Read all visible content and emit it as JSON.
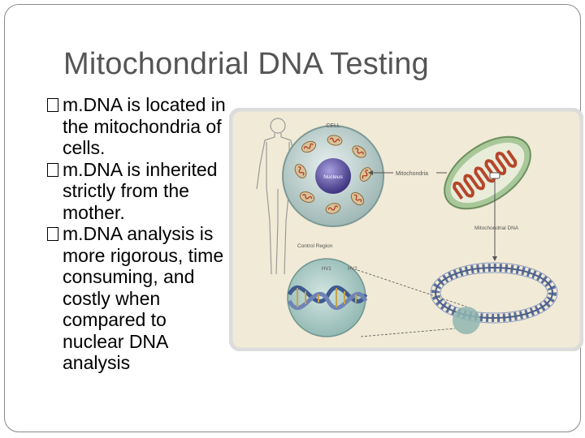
{
  "slide": {
    "title": "Mitochondrial DNA Testing",
    "bullets": [
      "m.DNA is located in the mitochondria of cells.",
      "m.DNA is inherited strictly from the mother.",
      "m.DNA analysis is more rigorous, time consuming, and costly when compared to nuclear DNA analysis"
    ]
  },
  "figure": {
    "cell_label": "CELL",
    "nucleus_label": "Nucleus",
    "mitochondria_label": "Mitochondria",
    "mtdna_label": "Mitochondrial DNA",
    "control_region_label": "Control Region",
    "hv1_label": "HV1",
    "hv2_label": "HV2",
    "colors": {
      "panel": "#f1ead6",
      "panel_border": "#dcdcdc",
      "cell": "#b6c9c7",
      "nucleus": "#5a4d9a",
      "mito_outer": "#a8c89a",
      "mito_inner": "#b5462b",
      "dna_strand": "#5a6f9a",
      "zoom_circle": "#8fb6b0"
    }
  }
}
